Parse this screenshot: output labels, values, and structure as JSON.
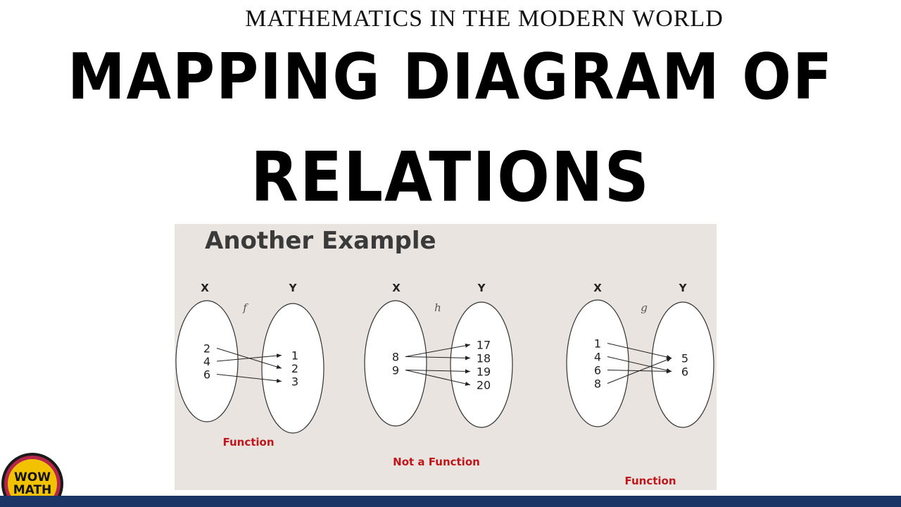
{
  "header": {
    "subtitle": "MATHEMATICS IN THE MODERN WORLD",
    "title_line1": "MAPPING DIAGRAM OF",
    "title_line2": "RELATIONS"
  },
  "panel": {
    "heading": "Another Example",
    "diagrams": [
      {
        "domain_label": "X",
        "codomain_label": "Y",
        "name": "f",
        "domain": [
          "2",
          "4",
          "6"
        ],
        "codomain": [
          "1",
          "2",
          "3"
        ],
        "mappings": [
          [
            "2",
            "2"
          ],
          [
            "4",
            "1"
          ],
          [
            "6",
            "3"
          ]
        ],
        "caption": "Function"
      },
      {
        "domain_label": "X",
        "codomain_label": "Y",
        "name": "h",
        "domain": [
          "8",
          "9"
        ],
        "codomain": [
          "17",
          "18",
          "19",
          "20"
        ],
        "mappings": [
          [
            "8",
            "17"
          ],
          [
            "8",
            "18"
          ],
          [
            "9",
            "19"
          ],
          [
            "9",
            "20"
          ]
        ],
        "caption": "Not a Function"
      },
      {
        "domain_label": "X",
        "codomain_label": "Y",
        "name": "g",
        "domain": [
          "1",
          "4",
          "6",
          "8"
        ],
        "codomain": [
          "5",
          "6"
        ],
        "mappings": [
          [
            "1",
            "5"
          ],
          [
            "4",
            "6"
          ],
          [
            "6",
            "6"
          ],
          [
            "8",
            "5"
          ]
        ],
        "caption": "Function"
      }
    ]
  },
  "logo": {
    "line1": "WOW",
    "line2": "MATH"
  },
  "colors": {
    "caption": "#c0161b",
    "panel_bg": "#e9e4e0",
    "bottom_bar": "#1b3566"
  }
}
